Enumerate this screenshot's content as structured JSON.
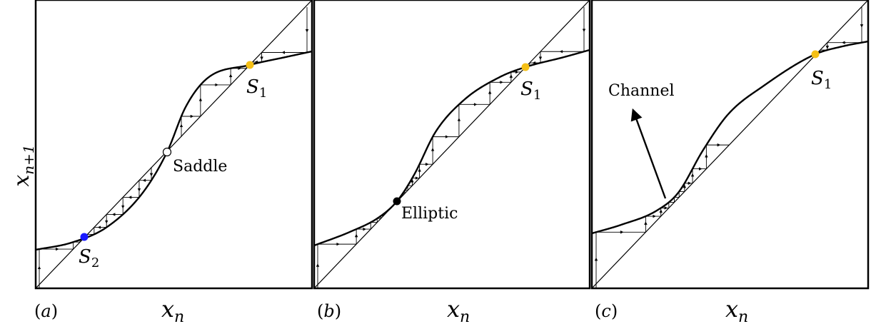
{
  "y_axis_label": {
    "base": "x",
    "sub": "n+1"
  },
  "x_axis_label": {
    "base": "x",
    "sub": "n"
  },
  "panels": [
    {
      "id": "a",
      "tag": "(a)",
      "points": [
        {
          "name": "S2-point",
          "label": "S",
          "sub": "2",
          "fill": "#1a1aff",
          "hollow": false
        },
        {
          "name": "saddle-point",
          "label": "Saddle",
          "sub": "",
          "fill": "#ffffff",
          "hollow": true
        },
        {
          "name": "S1-point",
          "label": "S",
          "sub": "1",
          "fill": "#f5c016",
          "hollow": false
        }
      ]
    },
    {
      "id": "b",
      "tag": "(b)",
      "points": [
        {
          "name": "elliptic-point",
          "label": "Elliptic",
          "sub": "",
          "fill": "#000000",
          "hollow": false
        },
        {
          "name": "S1-point",
          "label": "S",
          "sub": "1",
          "fill": "#f5c016",
          "hollow": false
        }
      ]
    },
    {
      "id": "c",
      "tag": "(c)",
      "points": [
        {
          "name": "S1-point",
          "label": "S",
          "sub": "1",
          "fill": "#f5c016",
          "hollow": false
        }
      ],
      "annotation": "Channel"
    }
  ],
  "colors": {
    "curve": "#000000",
    "diagonal": "#000000",
    "cobweb": "#000000"
  }
}
